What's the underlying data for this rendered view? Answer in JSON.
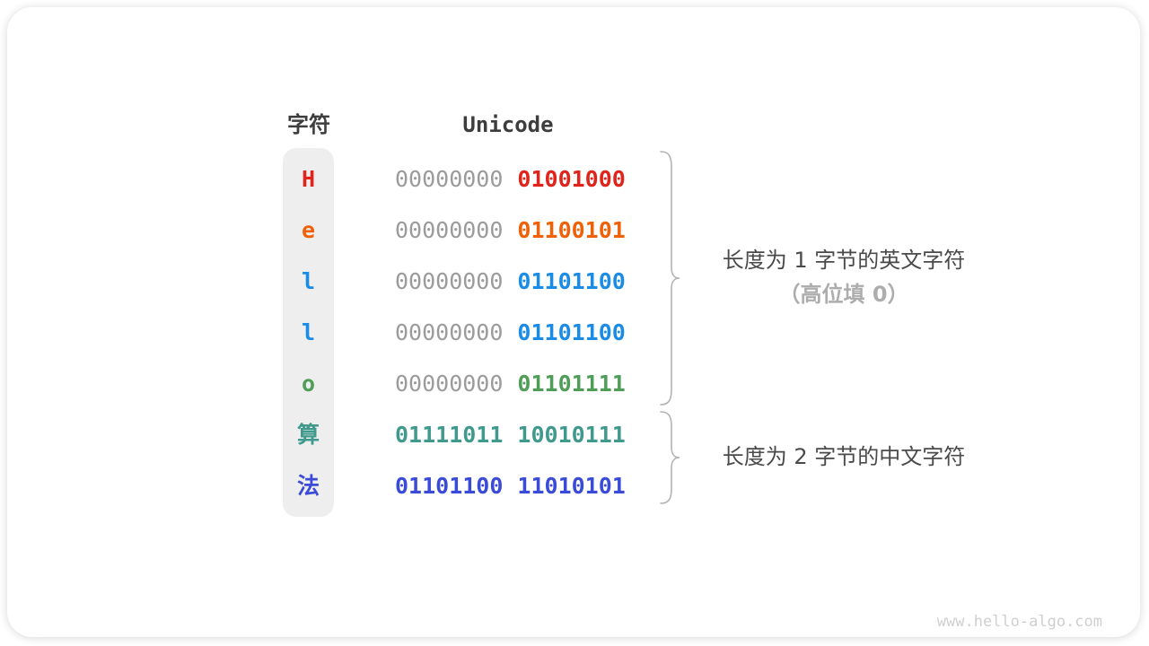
{
  "table": {
    "headers": {
      "char": "字符",
      "unicode": "Unicode"
    },
    "rows": [
      {
        "char": "H",
        "color": "#e0241b",
        "byte_high": "00000000",
        "byte_low": "01001000",
        "high_byte_colored": false
      },
      {
        "char": "e",
        "color": "#ef6109",
        "byte_high": "00000000",
        "byte_low": "01100101",
        "high_byte_colored": false
      },
      {
        "char": "l",
        "color": "#1b8ce6",
        "byte_high": "00000000",
        "byte_low": "01101100",
        "high_byte_colored": false
      },
      {
        "char": "l",
        "color": "#1b8ce6",
        "byte_high": "00000000",
        "byte_low": "01101100",
        "high_byte_colored": false
      },
      {
        "char": "o",
        "color": "#4f9e58",
        "byte_high": "00000000",
        "byte_low": "01101111",
        "high_byte_colored": false
      },
      {
        "char": "算",
        "color": "#3f998c",
        "byte_high": "01111011",
        "byte_low": "10010111",
        "high_byte_colored": true
      },
      {
        "char": "法",
        "color": "#3a4bd8",
        "byte_high": "01101100",
        "byte_low": "11010101",
        "high_byte_colored": true
      }
    ]
  },
  "annotations": [
    {
      "line1": "长度为 1 字节的英文字符",
      "line2": "（高位填 0）"
    },
    {
      "line1": "长度为 2 字节的中文字符"
    }
  ],
  "footer": {
    "text": "www.hello-algo.com"
  },
  "colors": {
    "header_text": "#3d3d3d",
    "zero_padding_gray": "#9b9b9b",
    "pill_background": "#efeeee",
    "brace_stroke": "#b3b3b3",
    "annotation_primary": "#4a4a4a",
    "annotation_secondary": "#adadad",
    "footer_text": "#cfcfcf"
  }
}
